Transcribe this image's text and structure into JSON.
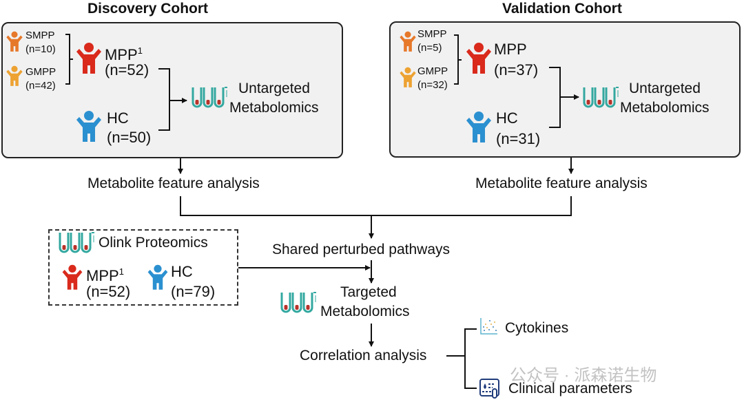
{
  "colors": {
    "smpp": "#e6782a",
    "gmpp": "#eda232",
    "mpp": "#d92a1c",
    "hc": "#2b90d0",
    "tube": "#33a8a0",
    "tube_fill": "#b8322a",
    "box_bg": "#f1f1f1",
    "line": "#111111"
  },
  "discovery": {
    "title": "Discovery Cohort",
    "smpp_label": "SMPP",
    "smpp_n": "(n=10)",
    "gmpp_label": "GMPP",
    "gmpp_n": "(n=42)",
    "mpp_label": "MPP",
    "mpp_sup": "1",
    "mpp_n": "(n=52)",
    "hc_label": "HC",
    "hc_n": "(n=50)",
    "assay_line1": "Untargeted",
    "assay_line2": "Metabolomics",
    "step": "Metabolite feature analysis"
  },
  "validation": {
    "title": "Validation Cohort",
    "smpp_label": "SMPP",
    "smpp_n": "(n=5)",
    "gmpp_label": "GMPP",
    "gmpp_n": "(n=32)",
    "mpp_label": "MPP",
    "mpp_n": "(n=37)",
    "hc_label": "HC",
    "hc_n": "(n=31)",
    "assay_line1": "Untargeted",
    "assay_line2": "Metabolomics",
    "step": "Metabolite feature analysis"
  },
  "olink": {
    "title": "Olink Proteomics",
    "mpp_label": "MPP",
    "mpp_sup": "1",
    "mpp_n": "(n=52)",
    "hc_label": "HC",
    "hc_n": "(n=79)"
  },
  "flow": {
    "shared": "Shared perturbed pathways",
    "targeted_line1": "Targeted",
    "targeted_line2": "Metabolomics",
    "correlation": "Correlation analysis",
    "cytokines": "Cytokines",
    "clinical": "Clinical parameters"
  },
  "watermark": "公众号 · 派森诺生物"
}
